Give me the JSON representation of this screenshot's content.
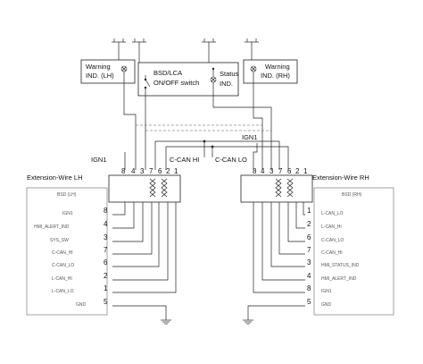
{
  "modules": {
    "warning_lh": {
      "line1": "Warning",
      "line2": "IND. (LH)"
    },
    "warning_rh": {
      "line1": "Warning",
      "line2": "IND. (RH)"
    },
    "switch": {
      "line1": "BSD/LCA",
      "line2": "ON/OFF switch"
    },
    "status": {
      "line1": "Status",
      "line2": "IND."
    }
  },
  "bus": {
    "ign_left": "IGN1",
    "ign_right": "IGN1",
    "can_hi": "C-CAN HI",
    "can_lo": "C-CAN LO"
  },
  "left": {
    "ext_wire": "Extension-Wire LH",
    "header_pins": [
      "8",
      "4",
      "3",
      "7",
      "6",
      "2",
      "1"
    ],
    "ecu_title": "BSD (LH)",
    "rows": [
      {
        "pin": "8",
        "signal": "IGN1"
      },
      {
        "pin": "4",
        "signal": "HMI_ALERT_IND"
      },
      {
        "pin": "3",
        "signal": "SYS_SW"
      },
      {
        "pin": "7",
        "signal": "C-CAN_HI"
      },
      {
        "pin": "6",
        "signal": "C-CAN_LO"
      },
      {
        "pin": "2",
        "signal": "L-CAN_HI"
      },
      {
        "pin": "1",
        "signal": "L-CAN_LO"
      },
      {
        "pin": "5",
        "signal": "GND"
      }
    ]
  },
  "right": {
    "ext_wire": "Extension-Wire RH",
    "header_pins": [
      "8",
      "4",
      "3",
      "7",
      "6",
      "2",
      "1"
    ],
    "ecu_title": "BSD (RH)",
    "rows": [
      {
        "pin": "1",
        "signal": "L-CAN_LO"
      },
      {
        "pin": "2",
        "signal": "L-CAN_HI"
      },
      {
        "pin": "6",
        "signal": "C-CAN_LO"
      },
      {
        "pin": "7",
        "signal": "C-CAN_HI"
      },
      {
        "pin": "3",
        "signal": "HMI_STATUS_IND"
      },
      {
        "pin": "4",
        "signal": "HMI_ALERT_IND"
      },
      {
        "pin": "8",
        "signal": "IGN1"
      },
      {
        "pin": "5",
        "signal": "GND"
      }
    ]
  }
}
